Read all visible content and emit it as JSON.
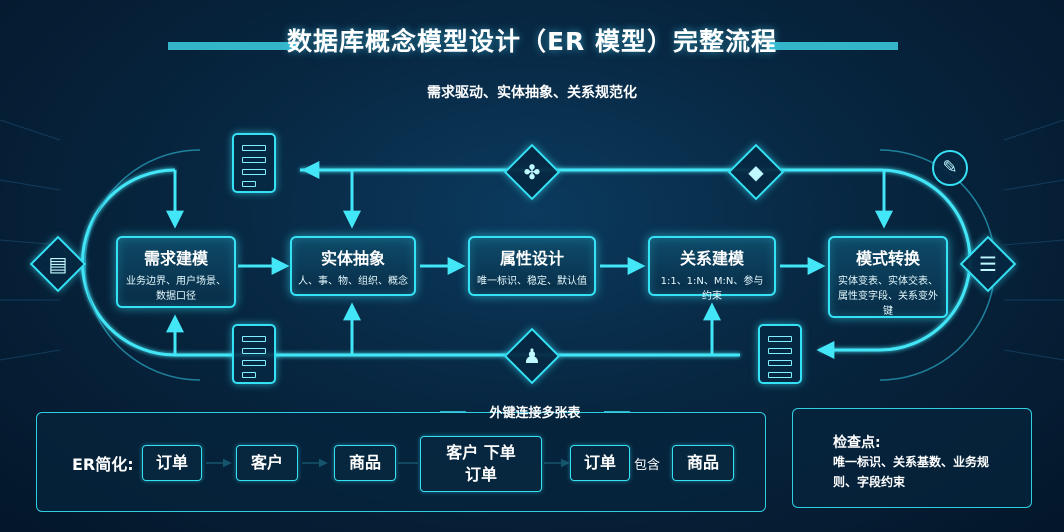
{
  "title": "数据库概念模型设计（ER 模型）完整流程",
  "subtitle": "需求驱动、实体抽象、关系规范化",
  "stages": [
    {
      "title": "需求建模",
      "desc": "业务边界、用户场景、数据口径"
    },
    {
      "title": "实体抽象",
      "desc": "人、事、物、组织、概念"
    },
    {
      "title": "属性设计",
      "desc": "唯一标识、稳定、默认值"
    },
    {
      "title": "关系建模",
      "desc": "1:1、1:N、M:N、参与约束"
    },
    {
      "title": "模式转换",
      "desc": "实体变表、实体交表、属性变字段、关系变外键"
    }
  ],
  "icons": {
    "top_left": "document-list-icon",
    "top_center": "nodes-icon",
    "top_right": "paint-tool-icon",
    "corner_right": "edit-icon",
    "left_end": "document-icon",
    "right_end": "database-icon",
    "bottom_left": "document-list-icon",
    "bottom_center": "users-icon",
    "bottom_right": "server-icon"
  },
  "er_example": {
    "fk_label": "外键连接多张表",
    "label": "ER简化:",
    "chips": [
      "订单",
      "客户",
      "商品",
      "客户  下单\n订单",
      "订单",
      "商品"
    ],
    "contain": "包含"
  },
  "checkpoints": {
    "title": "检查点:",
    "text": "唯一标识、关系基数、业务规则、字段约束"
  },
  "colors": {
    "accent": "#35e1f5",
    "background": "#072640"
  }
}
